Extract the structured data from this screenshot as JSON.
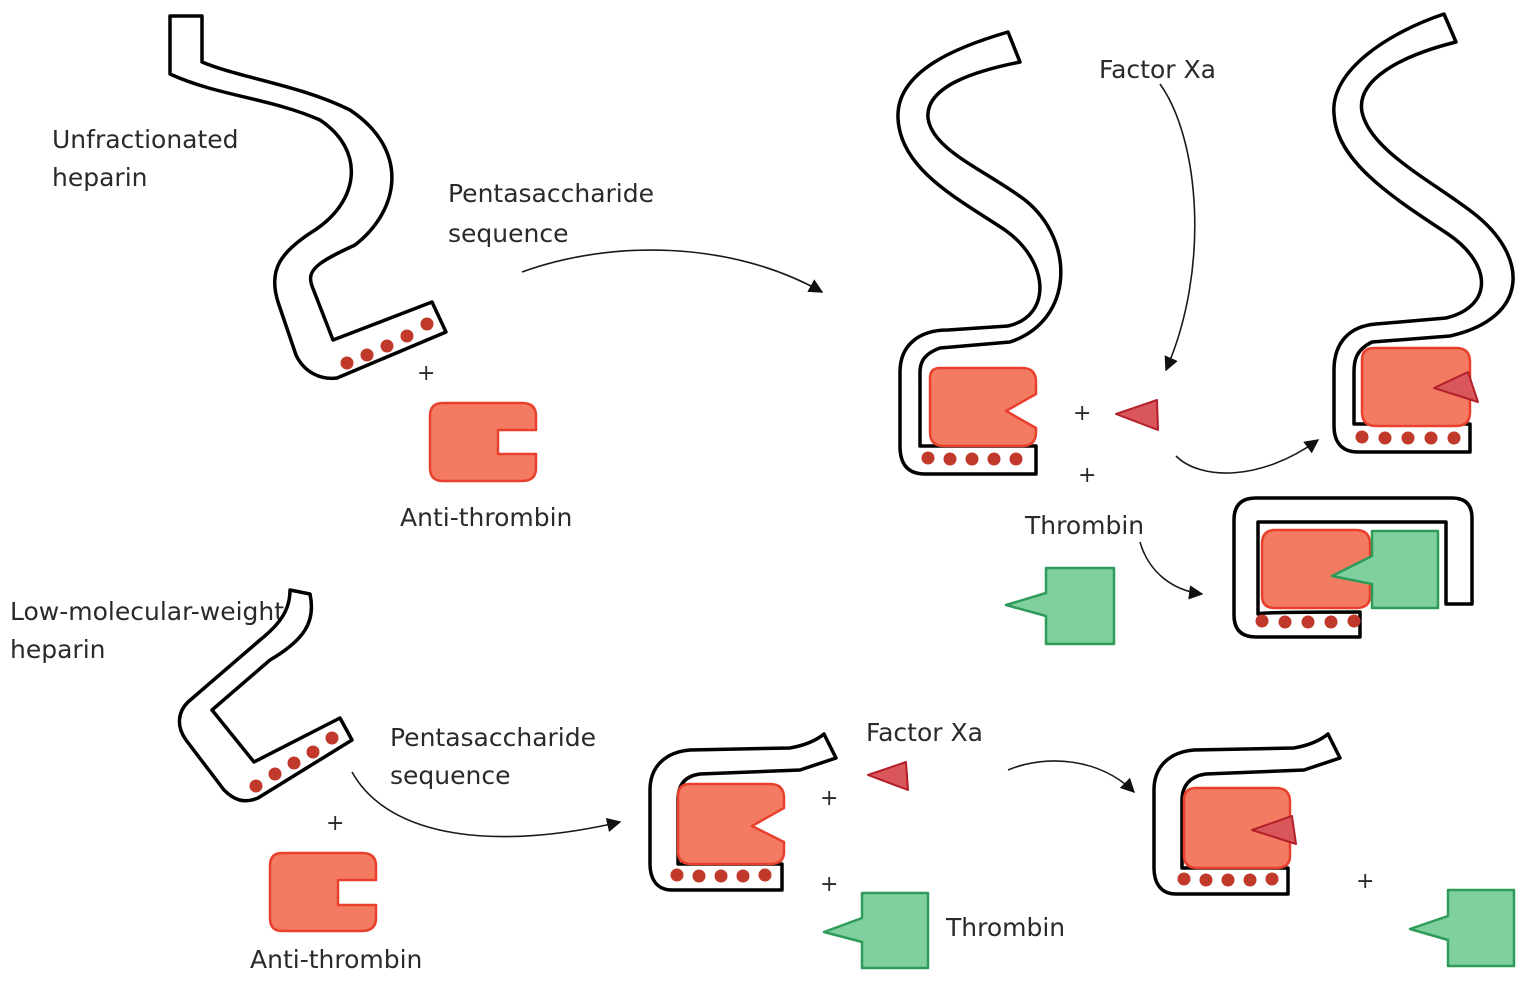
{
  "top": {
    "heparin_label": [
      "Unfractionated",
      "heparin"
    ],
    "sequence_label": [
      "Pentasaccharide",
      "sequence"
    ],
    "antithrombin_label": "Anti-thrombin",
    "factor_xa_label": "Factor Xa",
    "thrombin_label": "Thrombin"
  },
  "bottom": {
    "heparin_label": [
      "Low-molecular-weight",
      "heparin"
    ],
    "sequence_label": [
      "Pentasaccharide",
      "sequence"
    ],
    "antithrombin_label": "Anti-thrombin",
    "factor_xa_label": "Factor Xa",
    "thrombin_label": "Thrombin"
  },
  "symbols": {
    "plus": "+"
  },
  "colors": {
    "antithrombin": "#f37b61",
    "factor_xa": "#d9565a",
    "thrombin": "#7fcf9f",
    "pentasaccharide": "#c0392b"
  }
}
